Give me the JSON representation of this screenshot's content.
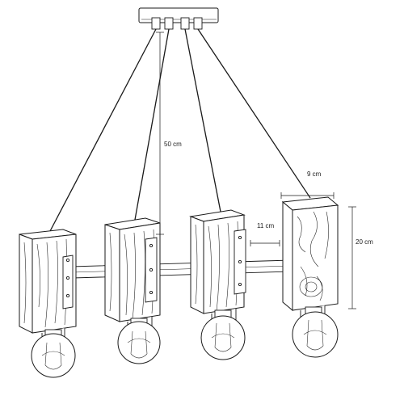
{
  "dimensions": {
    "cord_length": "50 cm",
    "block_top_width": "9 cm",
    "block_side_width": "11 cm",
    "block_height": "20 cm"
  }
}
